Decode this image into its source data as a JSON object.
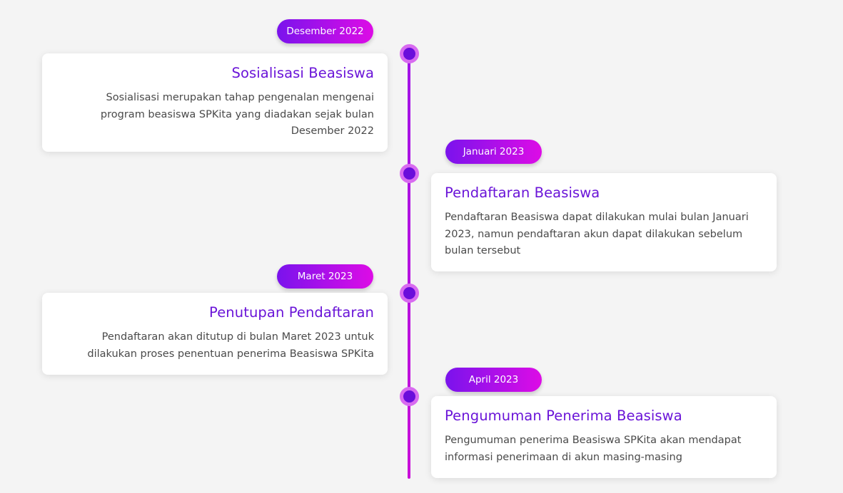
{
  "colors": {
    "background": "#f4f4f4",
    "title": "#6a14d8",
    "text": "#4a4a4a",
    "badge_gradient_start": "#7a13ec",
    "badge_gradient_end": "#dd0ce6",
    "dot_fill": "#6a0ddb",
    "dot_ring": "#d86bf0"
  },
  "timeline": {
    "events": [
      {
        "date": "Desember 2022",
        "title": "Sosialisasi Beasiswa",
        "description": "Sosialisasi merupakan tahap pengenalan mengenai program beasiswa SPKita yang diadakan sejak bulan Desember 2022",
        "side": "left"
      },
      {
        "date": "Januari 2023",
        "title": "Pendaftaran Beasiswa",
        "description": "Pendaftaran Beasiswa dapat dilakukan mulai bulan Januari 2023, namun pendaftaran akun dapat dilakukan sebelum bulan tersebut",
        "side": "right"
      },
      {
        "date": "Maret 2023",
        "title": "Penutupan Pendaftaran",
        "description": "Pendaftaran akan ditutup di bulan Maret 2023 untuk dilakukan proses penentuan penerima Beasiswa SPKita",
        "side": "left"
      },
      {
        "date": "April 2023",
        "title": "Pengumuman Penerima Beasiswa",
        "description": "Pengumuman penerima Beasiswa SPKita akan mendapat informasi penerimaan di akun masing-masing",
        "side": "right"
      }
    ]
  }
}
